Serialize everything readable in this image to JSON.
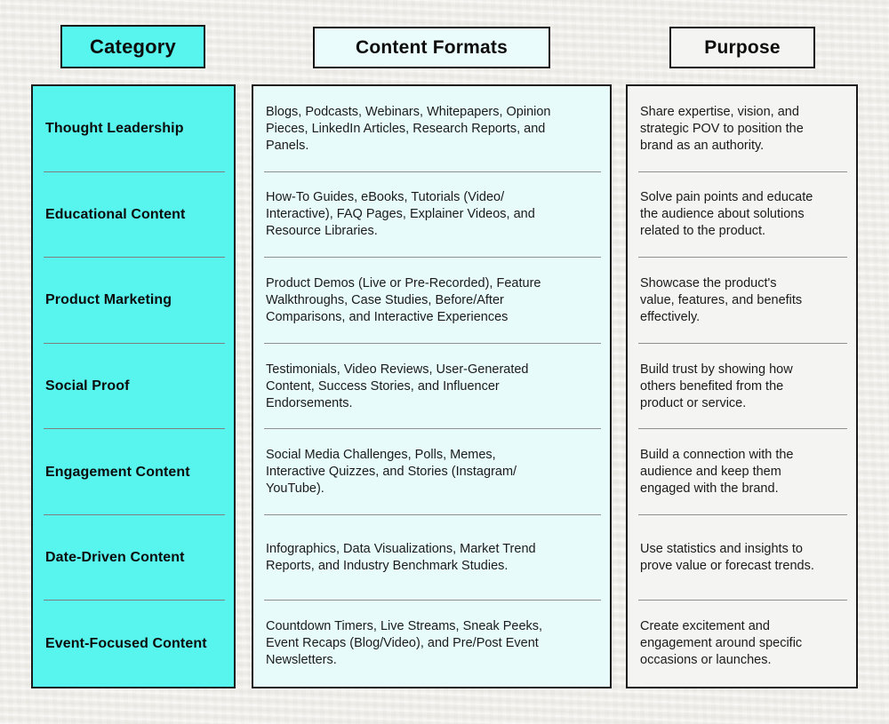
{
  "chart_data": {
    "type": "table",
    "columns": [
      "Category",
      "Content Formats",
      "Purpose"
    ],
    "rows": [
      {
        "category": "Thought Leadership",
        "formats": "Blogs, Podcasts, Webinars, Whitepapers, Opinion\nPieces, LinkedIn Articles, Research Reports, and\nPanels.",
        "purpose": "Share expertise, vision, and\nstrategic POV to position the\nbrand as an authority."
      },
      {
        "category": "Educational Content",
        "formats": "How-To Guides, eBooks, Tutorials (Video/\nInteractive), FAQ Pages, Explainer Videos, and\nResource Libraries.",
        "purpose": "Solve pain points and educate\nthe audience about solutions\nrelated to the product."
      },
      {
        "category": "Product Marketing",
        "formats": "Product Demos (Live or Pre-Recorded), Feature\nWalkthroughs, Case Studies, Before/After\nComparisons, and Interactive Experiences",
        "purpose": "Showcase the product's\nvalue, features, and benefits\neffectively."
      },
      {
        "category": "Social Proof",
        "formats": "Testimonials, Video Reviews, User-Generated\nContent, Success Stories, and Influencer\nEndorsements.",
        "purpose": "Build trust by showing how\nothers benefited from the\nproduct or service."
      },
      {
        "category": "Engagement Content",
        "formats": "Social Media Challenges, Polls, Memes,\nInteractive Quizzes, and Stories (Instagram/\nYouTube).",
        "purpose": "Build a connection with the\naudience and keep them\nengaged with the brand."
      },
      {
        "category": "Date-Driven Content",
        "formats": "Infographics, Data Visualizations, Market Trend\nReports, and Industry Benchmark Studies.",
        "purpose": "Use statistics and insights to\nprove value or forecast trends."
      },
      {
        "category": "Event-Focused Content",
        "formats": "Countdown Timers, Live Streams, Sneak Peeks,\nEvent Recaps (Blog/Video), and Pre/Post Event\nNewsletters.",
        "purpose": "Create excitement and\nengagement around specific\noccasions or launches."
      }
    ]
  },
  "colors": {
    "category_fill": "#57f5ee",
    "formats_fill": "#e7fbfa",
    "purpose_fill": "#f4f4f3",
    "border": "#1a1a1a",
    "divider": "#8a8a8a",
    "background": "#f1f0ec",
    "text": "#1b1b1b"
  }
}
